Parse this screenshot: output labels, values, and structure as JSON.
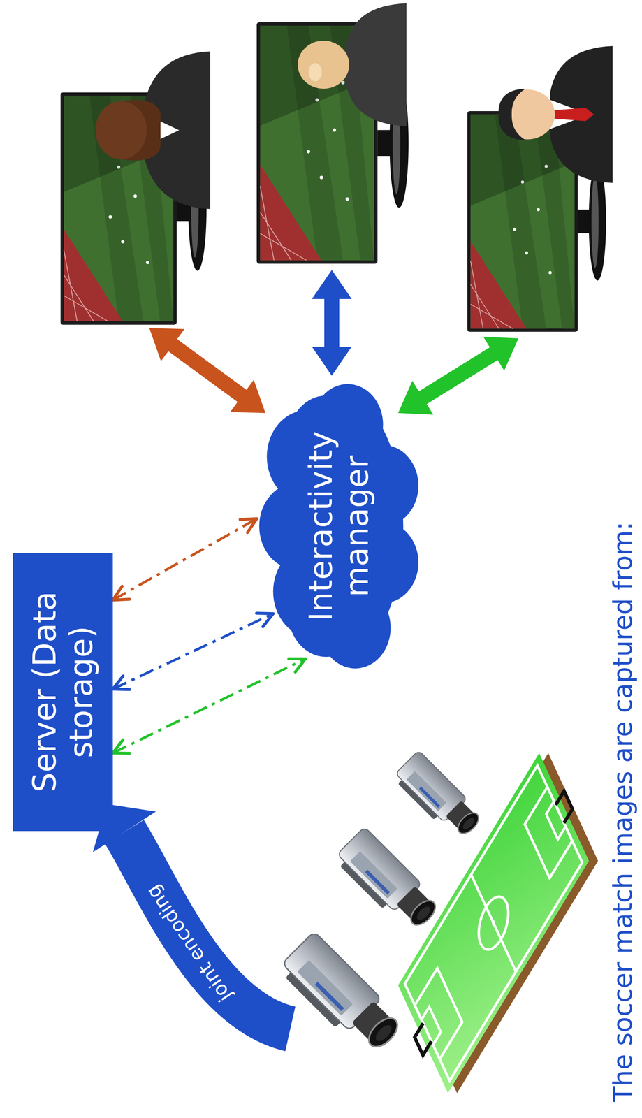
{
  "diagram": {
    "nodes": [
      {
        "text": [
          "Server (Data storage)"
        ]
      },
      {
        "text": [
          "Interactivity manager"
        ]
      }
    ],
    "edges": [
      {
        "from": 0,
        "to": 1,
        "arrow": "both"
      },
      {
        "from": 0,
        "to": 1,
        "arrow": "both"
      },
      {
        "from": 0,
        "to": 1,
        "arrow": "both"
      }
    ],
    "labels": [
      "joint encoding",
      "The soccer match images are captured from:"
    ]
  }
}
